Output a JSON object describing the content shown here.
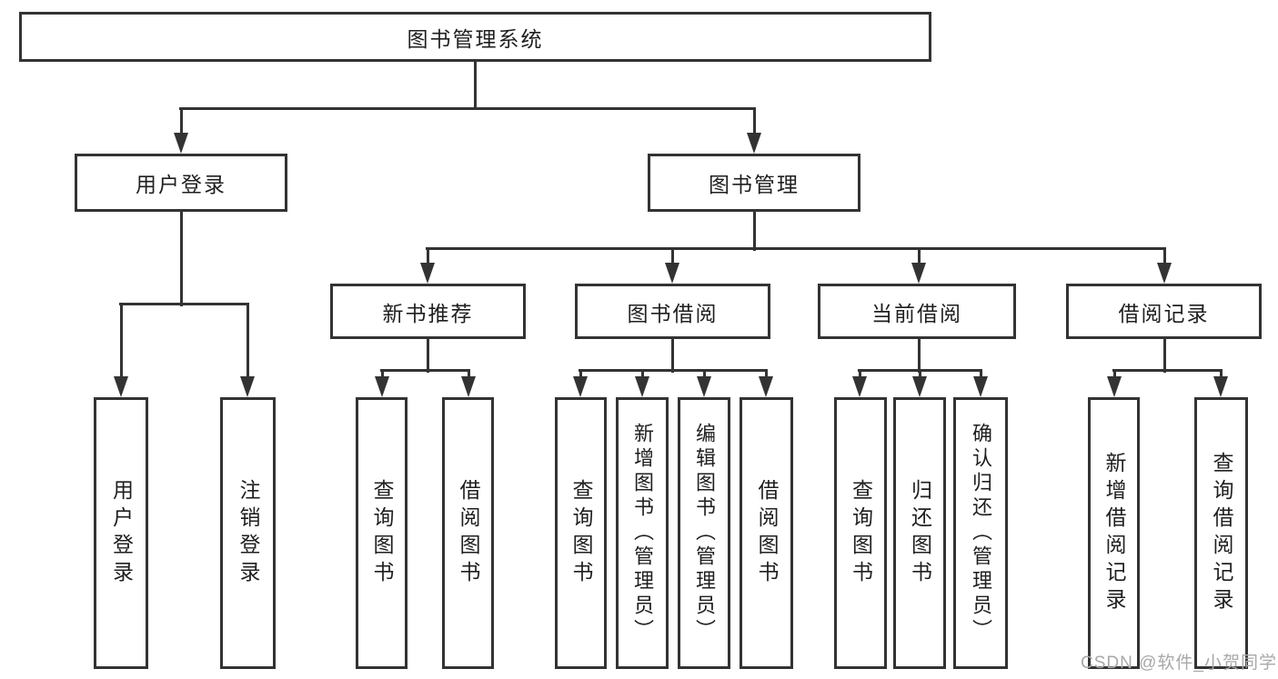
{
  "diagram": {
    "root": {
      "label": "图书管理系统"
    },
    "branches": [
      {
        "label": "用户登录",
        "children": [
          {
            "label": "用户登录"
          },
          {
            "label": "注销登录"
          }
        ]
      },
      {
        "label": "图书管理",
        "children": [
          {
            "label": "新书推荐",
            "children": [
              {
                "label": "查询图书"
              },
              {
                "label": "借阅图书"
              }
            ]
          },
          {
            "label": "图书借阅",
            "children": [
              {
                "label": "查询图书"
              },
              {
                "label": "新增图书（管理员）"
              },
              {
                "label": "编辑图书（管理员）"
              },
              {
                "label": "借阅图书"
              }
            ]
          },
          {
            "label": "当前借阅",
            "children": [
              {
                "label": "查询图书"
              },
              {
                "label": "归还图书"
              },
              {
                "label": "确认归还（管理员）"
              }
            ]
          },
          {
            "label": "借阅记录",
            "children": [
              {
                "label": "新增借阅记录"
              },
              {
                "label": "查询借阅记录"
              }
            ]
          }
        ]
      }
    ],
    "watermark": "CSDN @软件_小贺同学",
    "colors": {
      "line": "#333333",
      "text": "#1f1f1f",
      "watermark": "#a8a8a8",
      "background": "#ffffff"
    }
  }
}
